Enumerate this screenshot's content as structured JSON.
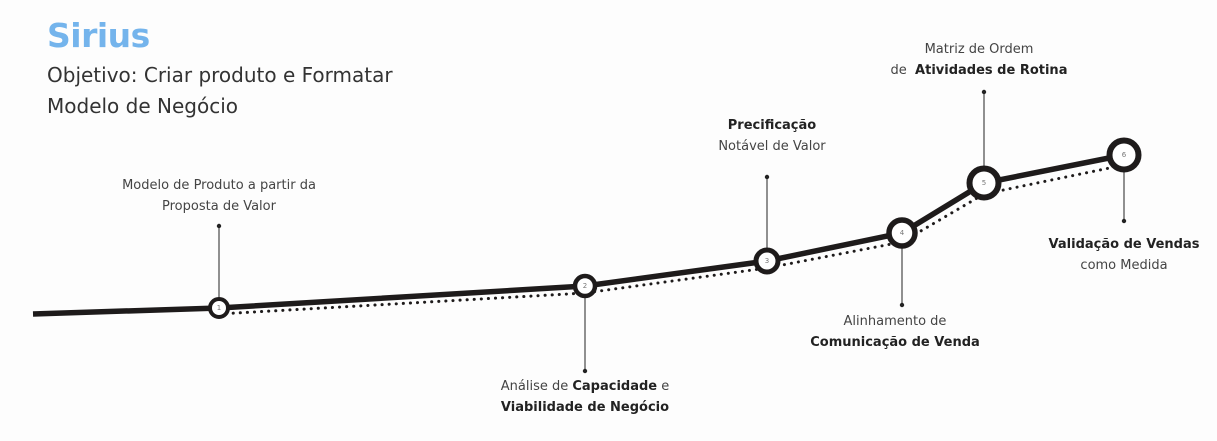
{
  "header": {
    "title": "Sirius",
    "subtitle_line1": "Objetivo: Criar produto e Formatar",
    "subtitle_line2": "Modelo de Negócio"
  },
  "accent_color": "#74b4ec",
  "line_color": "#1e1b1b",
  "milestones": [
    {
      "number": "1",
      "line1": "Modelo de Produto a partir da",
      "line2": "Proposta de Valor"
    },
    {
      "number": "2",
      "line1_pre": "Análise de ",
      "line1_bold": "Capacidade",
      "line1_post": " e",
      "line2_bold": "Viabilidade de Negócio"
    },
    {
      "number": "3",
      "line1_bold": "Precificação",
      "line2": "Notável de Valor"
    },
    {
      "number": "4",
      "line1": "Alinhamento de",
      "line2_bold": "Comunicação de Venda"
    },
    {
      "number": "5",
      "line1": "Matriz de Ordem",
      "line2_pre": "de  ",
      "line2_bold": "Atividades de Rotina"
    },
    {
      "number": "6",
      "line1_bold": "Validação de Vendas",
      "line2": "como Medida"
    }
  ]
}
